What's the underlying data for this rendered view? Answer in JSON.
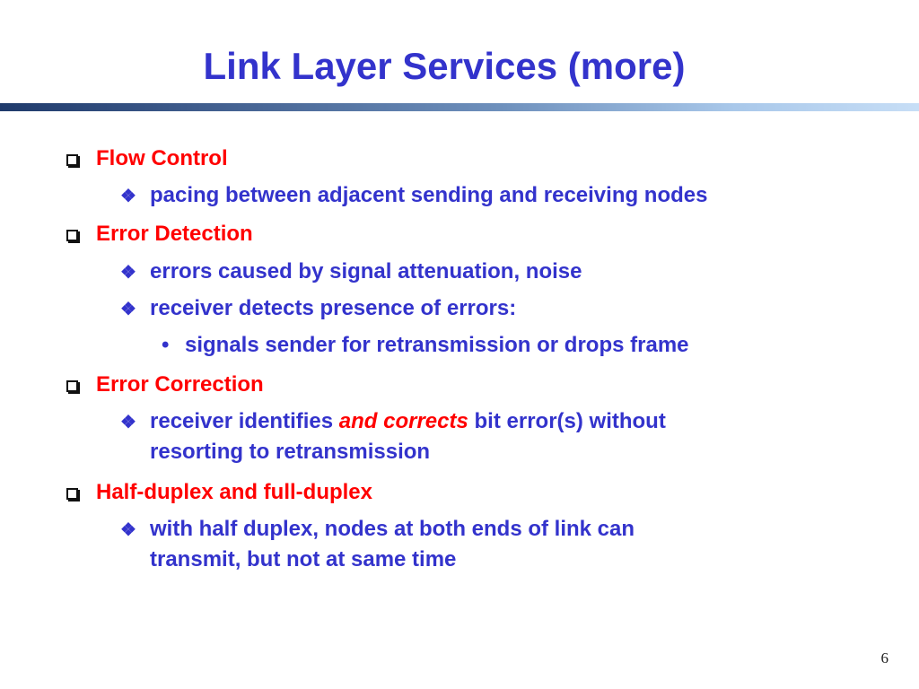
{
  "title": "Link Layer Services (more)",
  "sections": [
    {
      "heading": "Flow Control",
      "items": [
        {
          "text": "pacing between adjacent sending and receiving nodes"
        }
      ]
    },
    {
      "heading": "Error Detection",
      "items": [
        {
          "text": "errors caused by signal attenuation, noise"
        },
        {
          "text": "receiver detects presence of errors:"
        }
      ],
      "subitems": [
        {
          "text": "signals sender for retransmission or drops frame"
        }
      ]
    },
    {
      "heading": "Error Correction",
      "items": [
        {
          "before": "receiver identifies ",
          "emph": "and corrects",
          "after": " bit error(s) without",
          "cont": "resorting to retransmission"
        }
      ]
    },
    {
      "heading": "Half-duplex and full-duplex",
      "items": [
        {
          "text": "with half duplex, nodes at both ends of link can",
          "cont": "transmit, but not at same time"
        }
      ]
    }
  ],
  "page_number": "6",
  "colors": {
    "title": "#3333cc",
    "heading": "#ff0000",
    "body": "#3333cc",
    "emphasis": "#ff0000"
  },
  "icons": {
    "level1_bullet": "hollow-square-bullet-icon",
    "level2_bullet": "diamond-cluster-bullet-icon",
    "level3_bullet": "dot-bullet-icon"
  }
}
